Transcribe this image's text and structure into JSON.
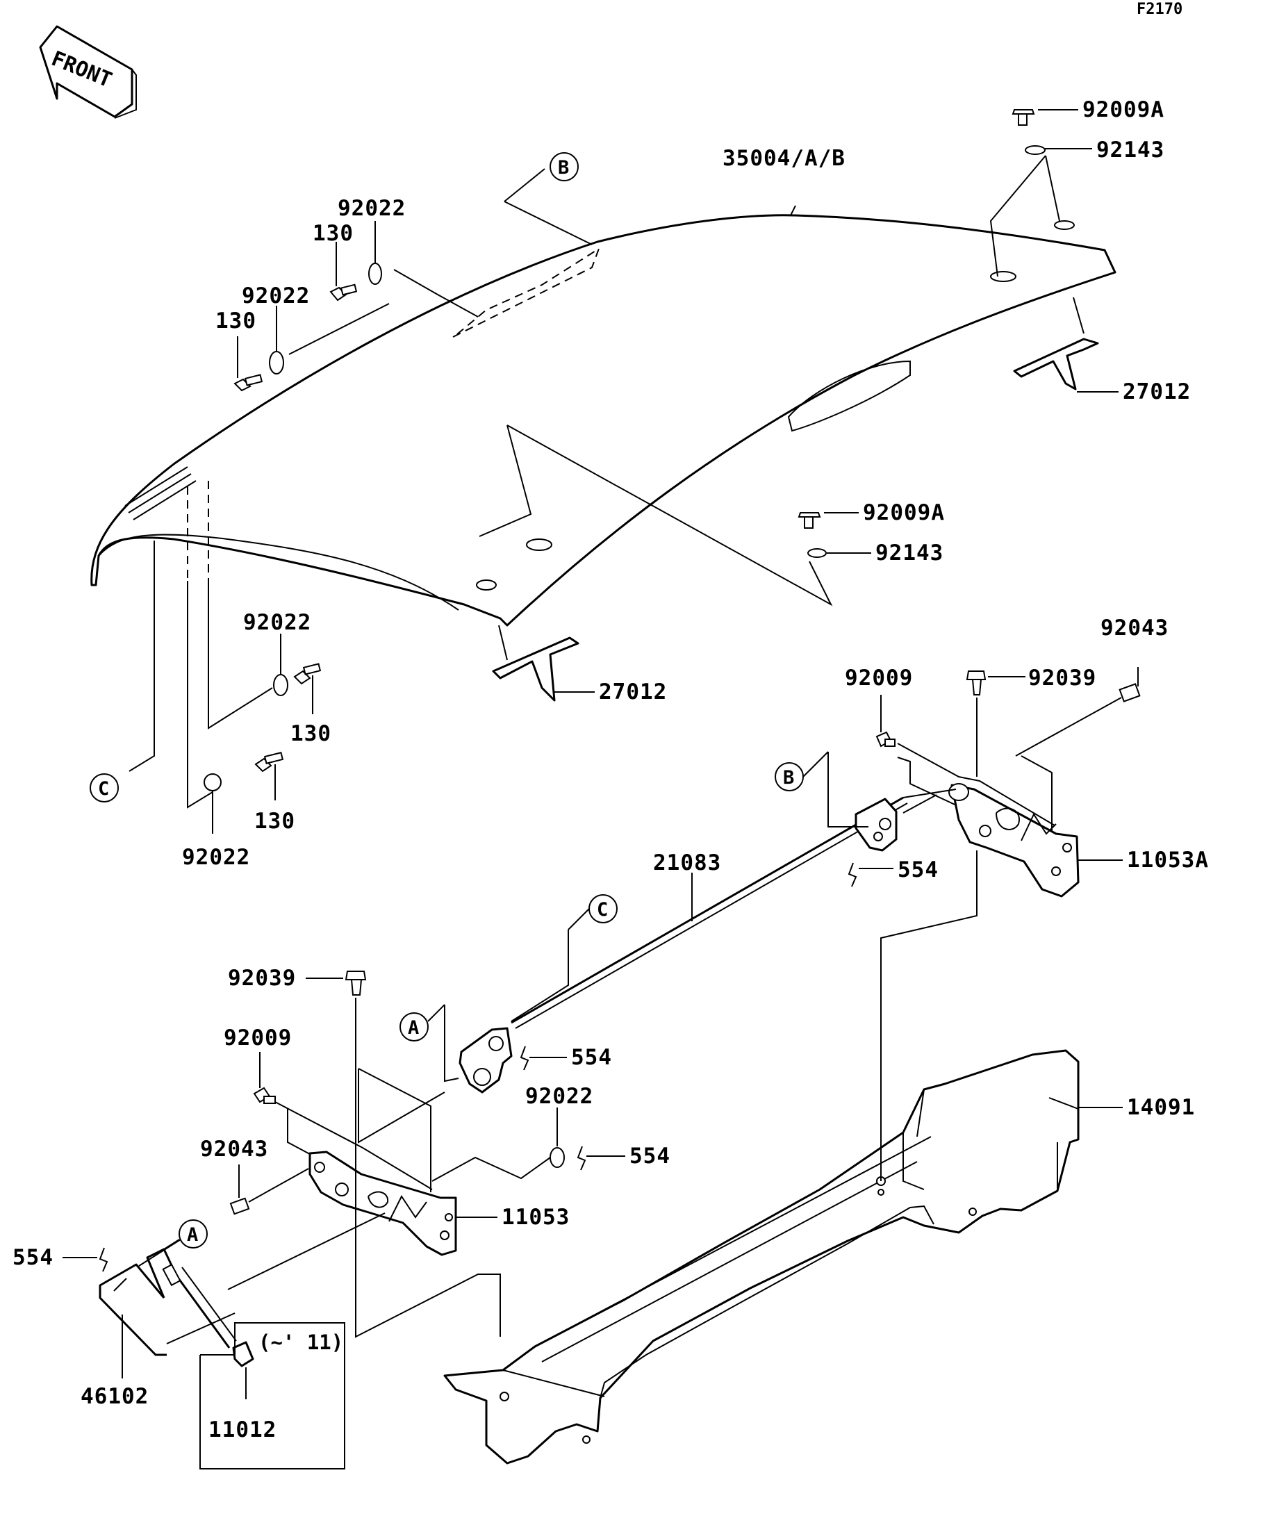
{
  "diagram_code": "F2170",
  "direction_label": "FRONT",
  "note": "(~' 11)",
  "callouts": {
    "a_upper": "A",
    "a_lower": "A",
    "b_upper": "B",
    "b_lower": "B",
    "c_left": "C",
    "c_right": "C"
  },
  "parts": {
    "seat_cover": "35004/A/B",
    "screw_top_right": "92009A",
    "collar_top_right": "92143",
    "screw_mid": "92009A",
    "collar_mid": "92143",
    "clip_right": "27012",
    "clip_center": "27012",
    "washer_top_a": "92022",
    "bolt_top_a": "130",
    "washer_top_b": "92022",
    "bolt_top_b": "130",
    "washer_mid": "92022",
    "bolt_mid": "130",
    "bolt_low": "130",
    "washer_low": "92022",
    "cap_top": "92043",
    "screw_right_bracket": "92009",
    "rivet_right": "92039",
    "bracket_right": "11053A",
    "rod": "21083",
    "cotter_right": "554",
    "rivet_left": "92039",
    "screw_left_bracket": "92009",
    "cotter_center": "554",
    "washer_center": "92022",
    "cotter_center_low": "554",
    "cap_left": "92043",
    "bracket_left": "11053",
    "cotter_left": "554",
    "lever": "46102",
    "boot": "11012",
    "tray": "14091"
  }
}
